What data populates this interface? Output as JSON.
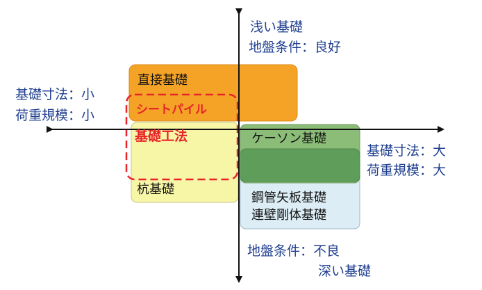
{
  "axes": {
    "top_line1": "浅い基礎",
    "top_line2": "地盤条件：良好",
    "left_line1": "基礎寸法：小",
    "left_line2": "荷重規模：小",
    "right_line1": "基礎寸法：大",
    "right_line2": "荷重規模：大",
    "bottom_line1": "地盤条件：不良",
    "bottom_line2": "深い基礎"
  },
  "boxes": {
    "direct": {
      "label": "直接基礎",
      "color": "#f5a327"
    },
    "pile": {
      "label": "杭基礎",
      "color": "#f7f5a6"
    },
    "caisson": {
      "label": "ケーソン基礎",
      "color": "#8bbd78"
    },
    "caisson_inner": {
      "color": "#5f9e5a"
    },
    "steel": {
      "label_line1": "鋼管矢板基礎",
      "label_line2": "連壁剛体基礎",
      "color": "#dcedf5"
    }
  },
  "sheet_pile": {
    "label_line1": "シートパイル",
    "label_line2": "基礎工法",
    "color": "#e8232a"
  },
  "colors": {
    "axis": "#111111",
    "axis_label": "#1f3f8f"
  }
}
